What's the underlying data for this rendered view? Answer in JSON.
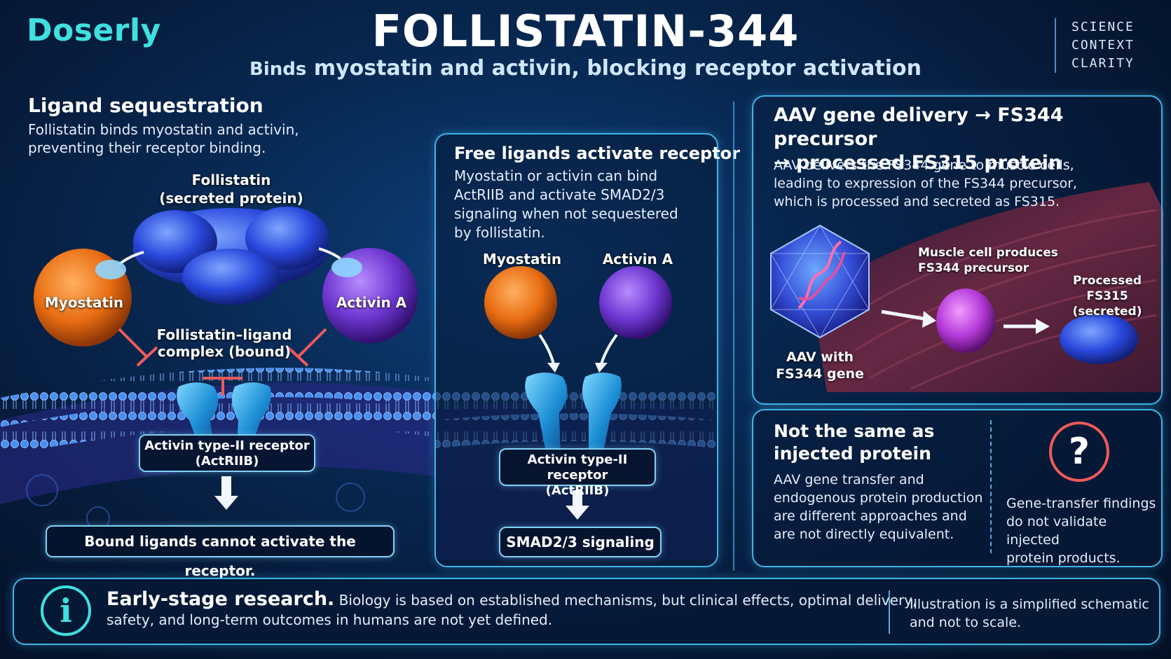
{
  "header": {
    "brand": "Doserly",
    "title": "FOLLISTATIN-344",
    "subtitle_prefix": "Binds",
    "subtitle_rest": "myostatin and activin, blocking receptor activation",
    "tagline": [
      "SCIENCE",
      "CONTEXT",
      "CLARITY"
    ]
  },
  "left": {
    "heading": "Ligand sequestration",
    "text_lines": [
      "Follistatin binds myostatin and activin,",
      "preventing their receptor binding."
    ],
    "follistatin_label": [
      "Follistatin",
      "(secreted protein)"
    ],
    "myostatin_label": "Myostatin",
    "activin_label": "Activin A",
    "complex_label": [
      "Follistatin–ligand",
      "complex (bound)"
    ],
    "receptor_label": [
      "Activin type-II receptor",
      "(ActRIIB)"
    ],
    "outcome": "Bound ligands cannot activate the receptor."
  },
  "middle": {
    "heading": "Free ligands activate receptor",
    "text_lines": [
      "Myostatin or activin can bind",
      "ActRIIB and activate SMAD2/3",
      "signaling when not sequestered",
      "by follistatin."
    ],
    "myostatin_label": "Myostatin",
    "activin_label": "Activin A",
    "receptor_label": [
      "Activin type-II receptor",
      "(ActRIIB)"
    ],
    "outcome": "SMAD2/3 signaling"
  },
  "right_top": {
    "heading_lines": [
      "AAV gene delivery → FS344 precursor",
      "→ processed FS315 protein"
    ],
    "text_lines": [
      "AAV delivers the FS344 gene to muscle cells,",
      "leading to expression of the FS344 precursor,",
      "which is processed and secreted as FS315."
    ],
    "aav_label": [
      "AAV with",
      "FS344 gene"
    ],
    "precursor_label": [
      "Muscle cell produces",
      "FS344 precursor"
    ],
    "processed_label": [
      "Processed",
      "FS315 (secreted)"
    ]
  },
  "right_bottom": {
    "heading_lines": [
      "Not the same as",
      "injected protein"
    ],
    "text_lines": [
      "AAV gene transfer and",
      "endogenous protein production",
      "are different approaches and",
      "are not directly equivalent."
    ],
    "question_mark": "?",
    "side_lines": [
      "Gene-transfer findings",
      "do not validate injected",
      "protein products."
    ]
  },
  "footer": {
    "info_icon": "i",
    "bold": "Early-stage research.",
    "text_line1": "Biology is based on established mechanisms, but clinical effects, optimal delivery,",
    "text_line2": "safety, and long-term outcomes in humans are not yet defined.",
    "note_lines": [
      "Illustration is a simplified schematic",
      "and not to scale."
    ]
  },
  "colors": {
    "accent": "#3fe0df",
    "panel_border": "#3fb4e8",
    "myostatin": "#f07a1c",
    "activin": "#7a3fd8",
    "follistatin": "#2a52e0",
    "inhibit": "#f05a5a",
    "muscle": "#a8283c"
  }
}
